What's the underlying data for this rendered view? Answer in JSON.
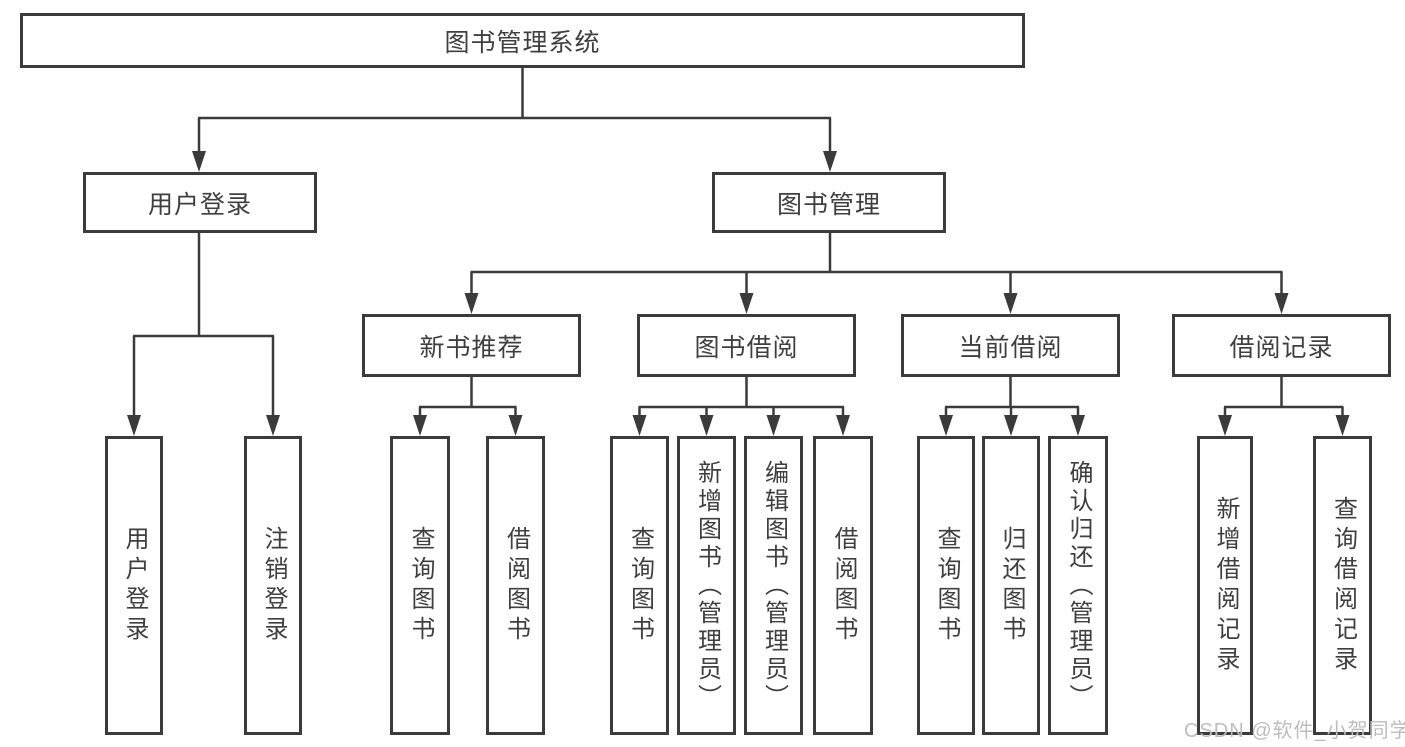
{
  "diagram": {
    "title_note": "functional structure diagram of a library management system",
    "root": {
      "label": "图书管理系统"
    },
    "branches": [
      {
        "label": "用户登录",
        "children": [
          {
            "label": "用户登录"
          },
          {
            "label": "注销登录"
          }
        ]
      },
      {
        "label": "图书管理",
        "children": [
          {
            "label": "新书推荐",
            "children": [
              {
                "label": "查询图书"
              },
              {
                "label": "借阅图书"
              }
            ]
          },
          {
            "label": "图书借阅",
            "children": [
              {
                "label": "查询图书"
              },
              {
                "label": "新增图书（管理员）"
              },
              {
                "label": "编辑图书（管理员）"
              },
              {
                "label": "借阅图书"
              }
            ]
          },
          {
            "label": "当前借阅",
            "children": [
              {
                "label": "查询图书"
              },
              {
                "label": "归还图书"
              },
              {
                "label": "确认归还（管理员）"
              }
            ]
          },
          {
            "label": "借阅记录",
            "children": [
              {
                "label": "新增借阅记录"
              },
              {
                "label": "查询借阅记录"
              }
            ]
          }
        ]
      }
    ],
    "watermark": "CSDN @软件_小贺同学",
    "colors": {
      "line": "#3b3b3b",
      "text": "#3f3f3f",
      "box_background": "#ffffff",
      "watermark": "#bdbdbd",
      "page_background": "#ffffff"
    }
  }
}
